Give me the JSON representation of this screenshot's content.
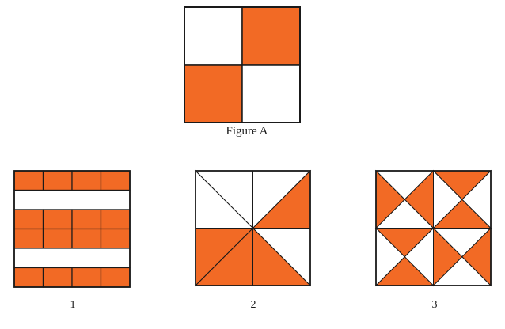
{
  "colors": {
    "fill": "#f26a25",
    "empty": "#ffffff",
    "stroke": "#1a1a1a"
  },
  "figure_a": {
    "caption": "Figure A",
    "shaded_cells": [
      "top-right",
      "bottom-left"
    ]
  },
  "figure_1": {
    "caption": "1",
    "description_rows": [
      {
        "type": "bricks",
        "count": 4
      },
      {
        "type": "blank"
      },
      {
        "type": "bricks",
        "count": 4
      },
      {
        "type": "bricks",
        "count": 4
      },
      {
        "type": "blank"
      },
      {
        "type": "bricks",
        "count": 4
      }
    ]
  },
  "figure_2": {
    "caption": "2",
    "shaded_triangles": 4,
    "total_triangles": 8
  },
  "figure_3": {
    "caption": "3",
    "shaded_triangles": 8,
    "total_triangles": 16
  }
}
